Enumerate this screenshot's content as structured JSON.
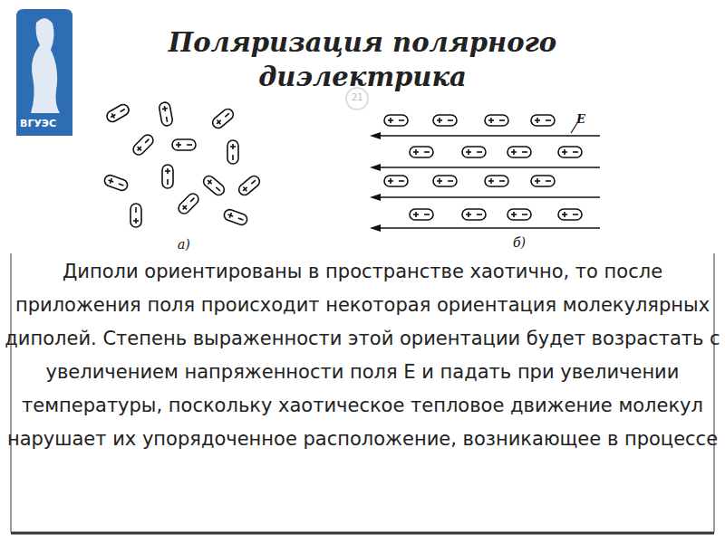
{
  "diagram": {
    "title": "Поляризация полярного диэлектрика",
    "labels": [
      "ВГУЭС",
      "21",
      "E",
      "а)",
      "б)",
      "Диполи ориентированы в пространстве хаотично, то после приложения поля происходит некоторая ориентация молекулярных диполей. Степень выраженности этой ориентации будет возрастать с увеличением напряженности поля E и падать при увеличении температуры, поскольку хаотическое тепловое движение молекул нарушает их упорядоченное расположение, возникающее в процессе"
    ]
  }
}
